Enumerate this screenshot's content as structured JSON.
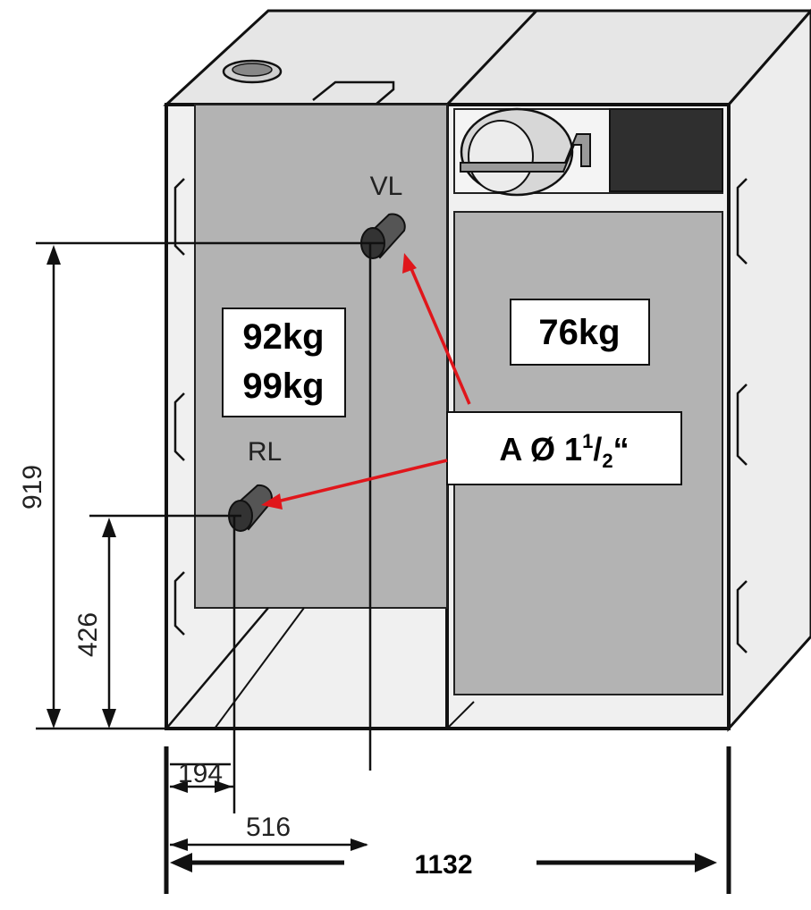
{
  "weights": {
    "left_line1": "92kg",
    "left_line2": "99kg",
    "right": "76kg"
  },
  "ports": {
    "flow": "VL",
    "return": "RL"
  },
  "connection": {
    "prefix": "A Ø 1",
    "sup": "1",
    "slash": "/",
    "sub": "2",
    "suffix": "“"
  },
  "dimensions": {
    "height_flow": "919",
    "height_return": "426",
    "x_return": "194",
    "x_flow": "516",
    "total_width": "1132"
  },
  "colors": {
    "panel_gray": "#b3b3b3",
    "case_light": "#e8e8e8",
    "arrow_red": "#e0161b",
    "outline": "#111111"
  }
}
